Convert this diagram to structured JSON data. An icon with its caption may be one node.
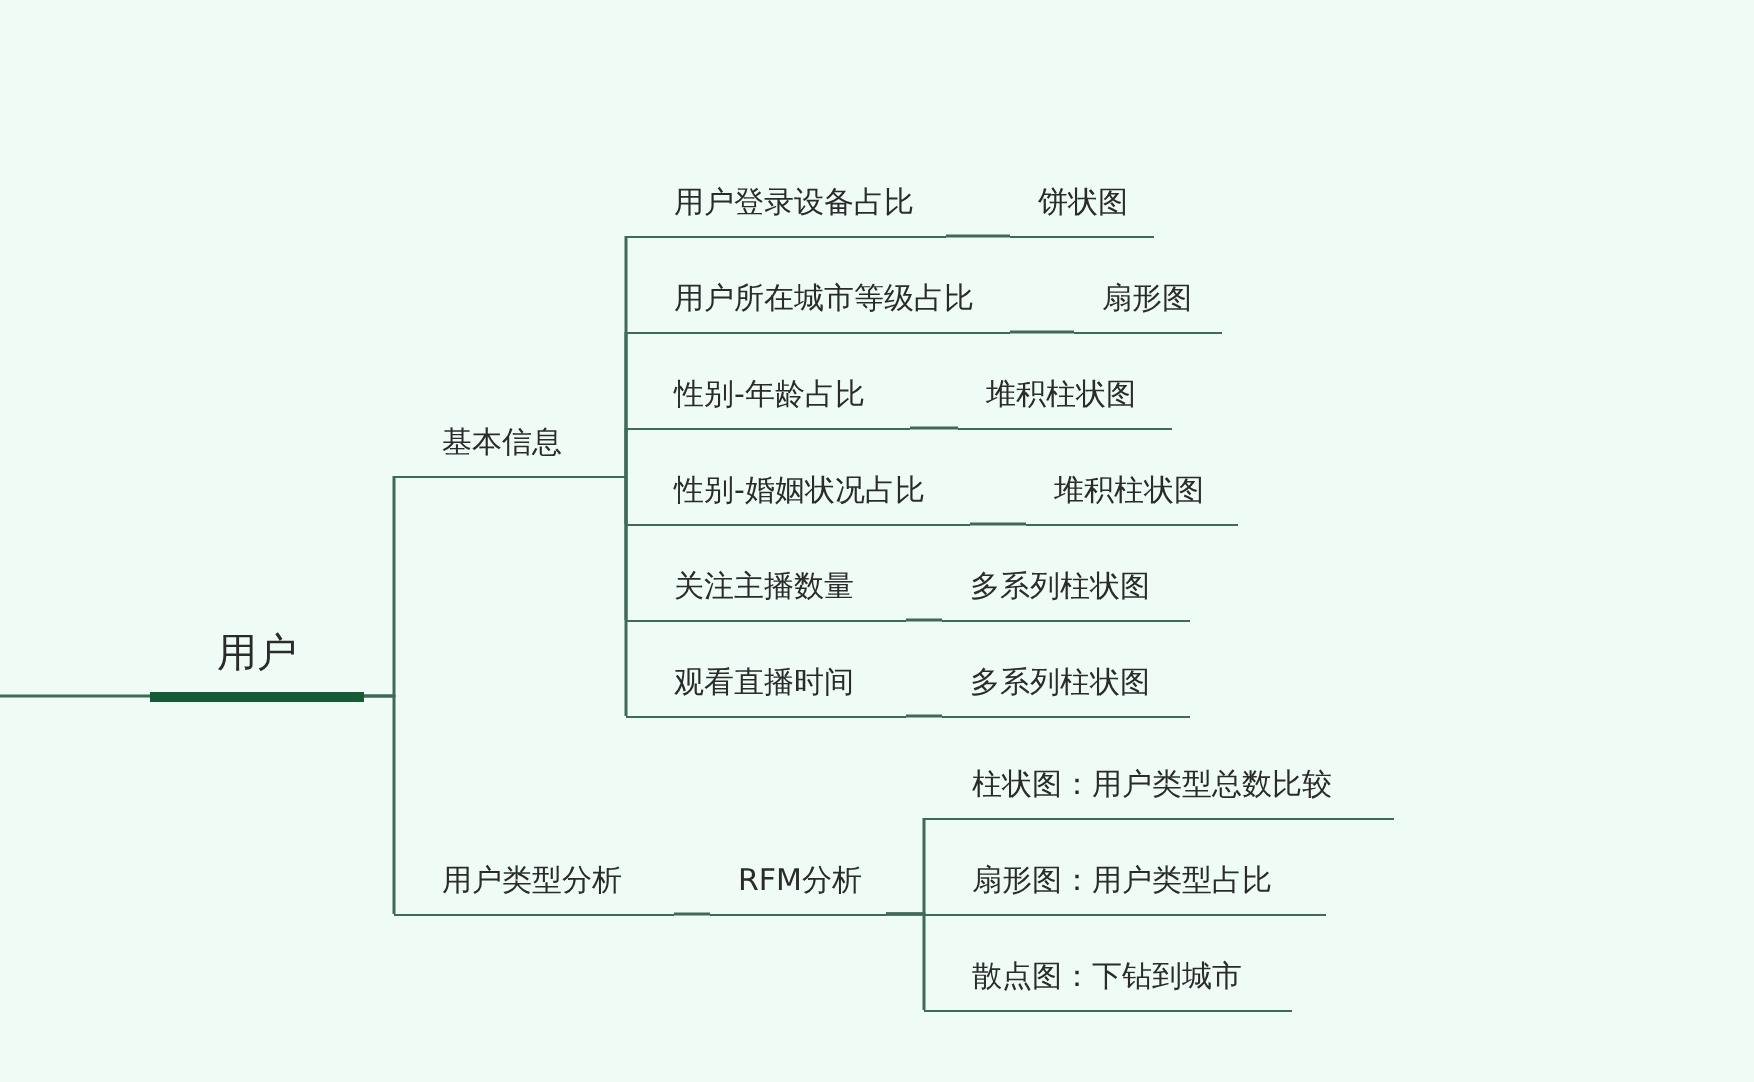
{
  "diagram": {
    "nodes": [
      {
        "text": [
          "用户"
        ]
      },
      {
        "text": [
          "基本信息"
        ]
      },
      {
        "text": [
          "用户登录设备占比"
        ]
      },
      {
        "text": [
          "饼状图"
        ]
      },
      {
        "text": [
          "用户所在城市等级占比"
        ]
      },
      {
        "text": [
          "扇形图"
        ]
      },
      {
        "text": [
          "性别-年龄占比"
        ]
      },
      {
        "text": [
          "堆积柱状图"
        ]
      },
      {
        "text": [
          "性别-婚姻状况占比"
        ]
      },
      {
        "text": [
          "堆积柱状图"
        ]
      },
      {
        "text": [
          "关注主播数量"
        ]
      },
      {
        "text": [
          "多系列柱状图"
        ]
      },
      {
        "text": [
          "观看直播时间"
        ]
      },
      {
        "text": [
          "多系列柱状图"
        ]
      },
      {
        "text": [
          "用户类型分析"
        ]
      },
      {
        "text": [
          "RFM分析"
        ]
      },
      {
        "text": [
          "柱状图：用户类型总数比较"
        ]
      },
      {
        "text": [
          "扇形图：用户类型占比"
        ]
      },
      {
        "text": [
          "散点图：下钻到城市"
        ]
      }
    ],
    "edges": [
      {
        "from": null,
        "to": 0,
        "arrow": "none"
      },
      {
        "from": 0,
        "to": 1,
        "arrow": "none"
      },
      {
        "from": 0,
        "to": 14,
        "arrow": "none"
      },
      {
        "from": 1,
        "to": 2,
        "arrow": "none"
      },
      {
        "from": 1,
        "to": 4,
        "arrow": "none"
      },
      {
        "from": 1,
        "to": 6,
        "arrow": "none"
      },
      {
        "from": 1,
        "to": 8,
        "arrow": "none"
      },
      {
        "from": 1,
        "to": 10,
        "arrow": "none"
      },
      {
        "from": 1,
        "to": 12,
        "arrow": "none"
      },
      {
        "from": 2,
        "to": 3,
        "arrow": "none"
      },
      {
        "from": 4,
        "to": 5,
        "arrow": "none"
      },
      {
        "from": 6,
        "to": 7,
        "arrow": "none"
      },
      {
        "from": 8,
        "to": 9,
        "arrow": "none"
      },
      {
        "from": 10,
        "to": 11,
        "arrow": "none"
      },
      {
        "from": 12,
        "to": 13,
        "arrow": "none"
      },
      {
        "from": 14,
        "to": 15,
        "arrow": "none"
      },
      {
        "from": 15,
        "to": 16,
        "arrow": "none"
      },
      {
        "from": 15,
        "to": 17,
        "arrow": "none"
      },
      {
        "from": 15,
        "to": 18,
        "arrow": "none"
      }
    ]
  }
}
